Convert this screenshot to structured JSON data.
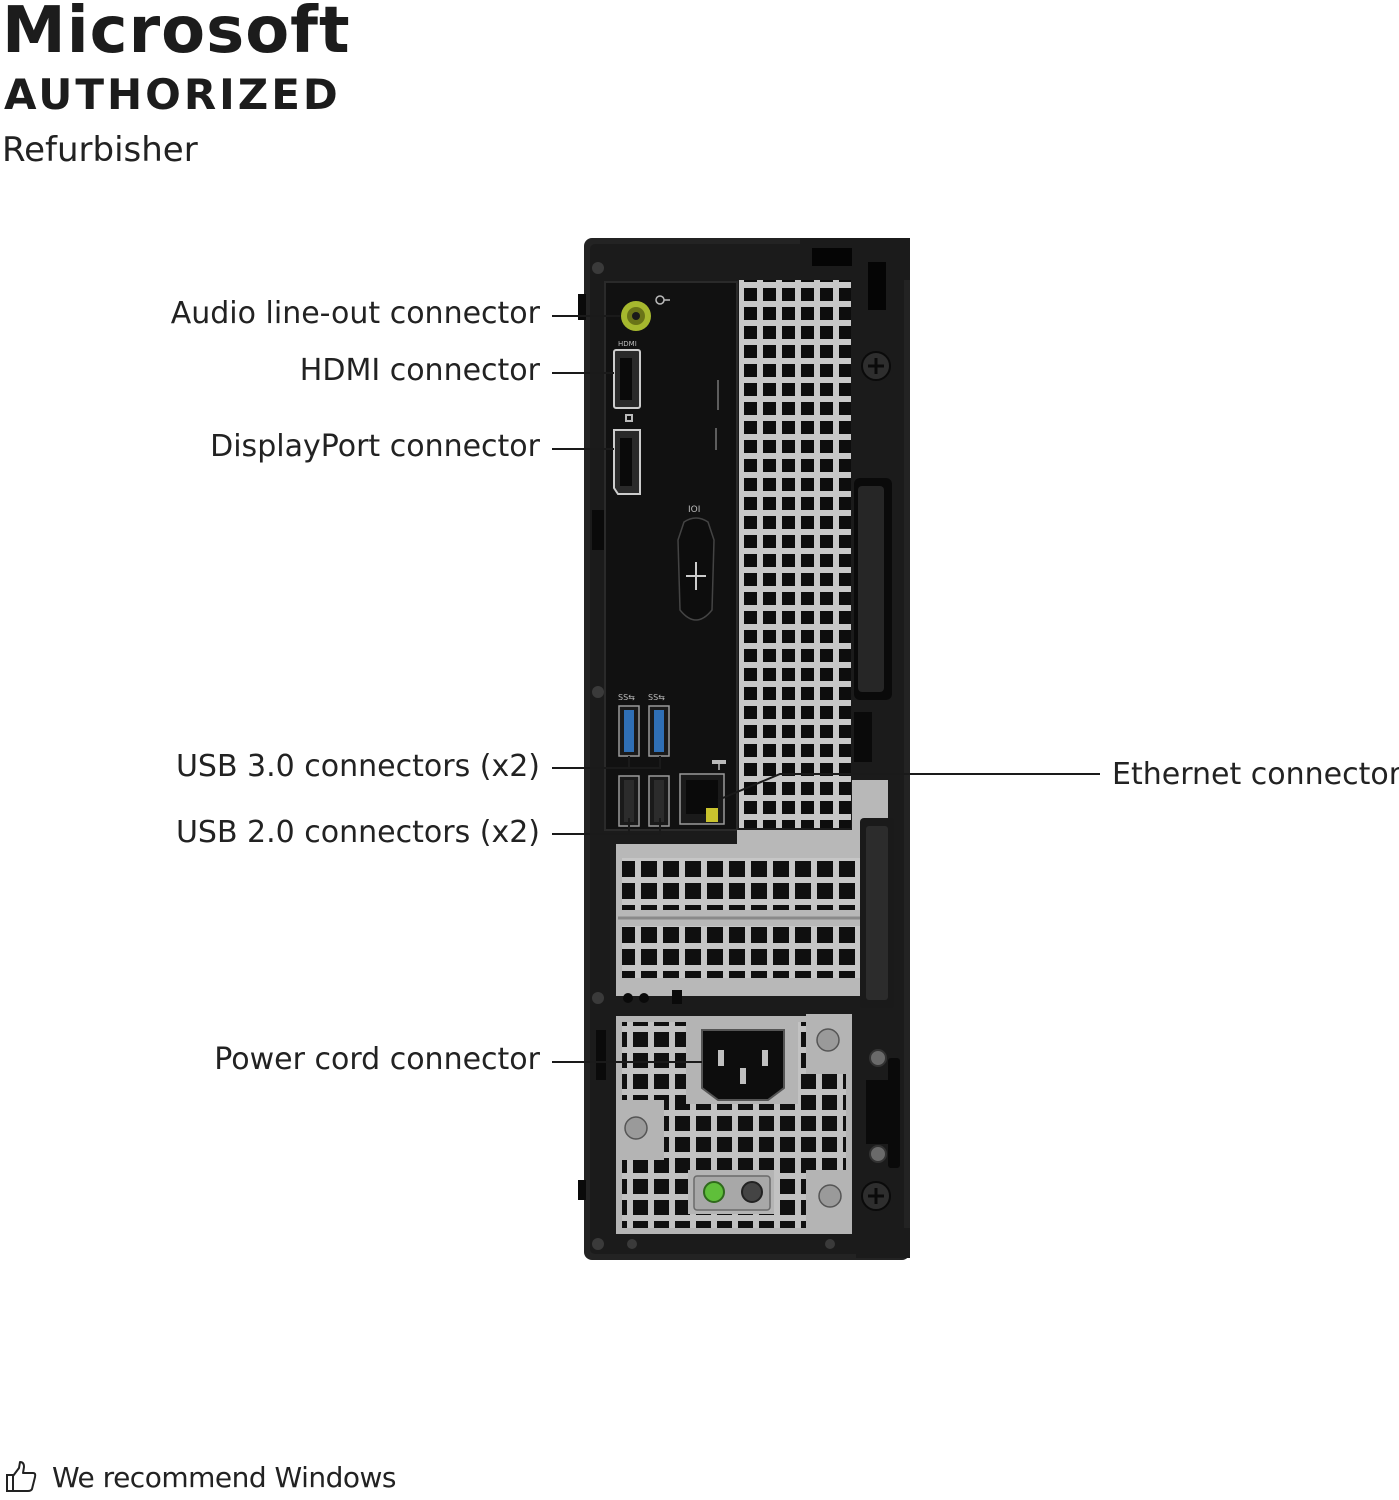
{
  "brand": {
    "title": "Microsoft",
    "subtitle": "AUTHORIZED",
    "tagline": "Refurbisher"
  },
  "callouts": {
    "audio": "Audio line-out connector",
    "hdmi": "HDMI connector",
    "displayport": "DisplayPort connector",
    "usb3": "USB 3.0 connectors (x2)",
    "usb2": "USB 2.0 connectors (x2)",
    "power": "Power cord connector",
    "ethernet": "Ethernet connector"
  },
  "port_markings": {
    "hdmi": "HDMI",
    "serial": "IOI"
  },
  "footer": {
    "icon": "thumbs-up-icon",
    "text": "We recommend Windows"
  },
  "colors": {
    "chassis": "#1e1e1e",
    "io_panel": "#141414",
    "usb3_blue": "#2f6fb5",
    "psu_metal": "#b8b8b8",
    "audio_green": "#a6b82e",
    "psu_led": "#5fbf3a"
  }
}
